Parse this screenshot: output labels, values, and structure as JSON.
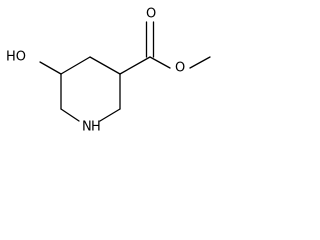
{
  "molecule": {
    "atoms": {
      "ring_nitrogen": "N",
      "ring_nh_hydrogen": "H",
      "hydroxyl": "HO",
      "carbonyl_oxygen": "O",
      "ester_oxygen": "O"
    }
  }
}
